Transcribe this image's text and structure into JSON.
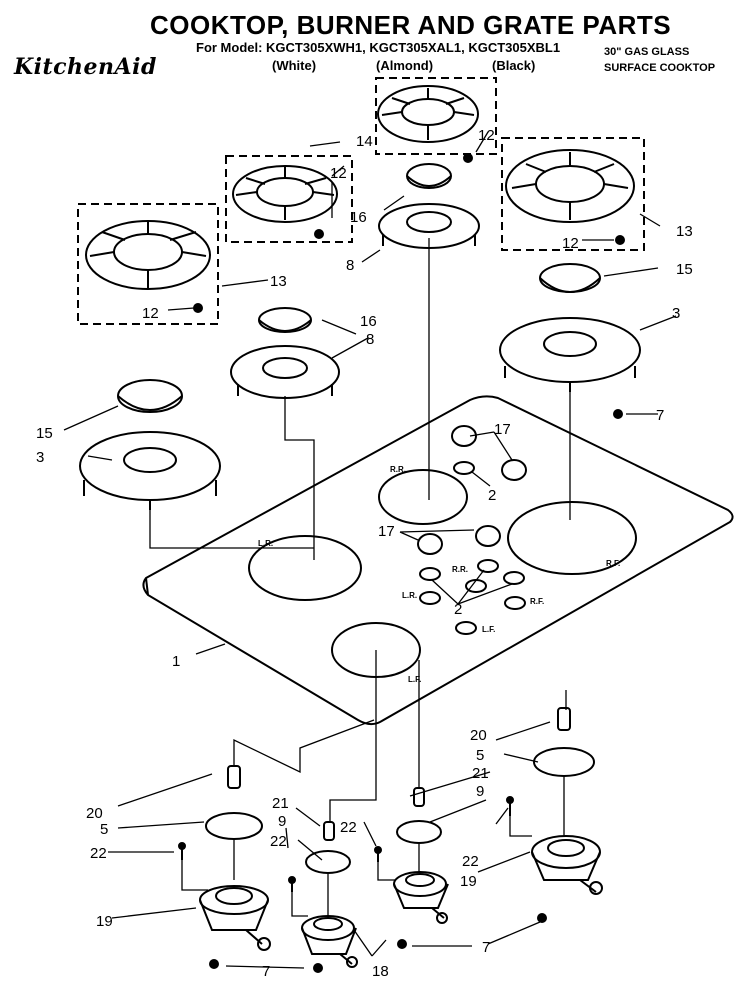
{
  "header": {
    "title": "COOKTOP, BURNER AND GRATE PARTS",
    "model_line": "For Model: KGCT305XWH1, KGCT305XAL1, KGCT305XBL1",
    "variants": [
      "(White)",
      "(Almond)",
      "(Black)"
    ],
    "brand": "KitchenAid",
    "description_line1": "30\" GAS GLASS",
    "description_line2": "SURFACE COOKTOP"
  },
  "cooktop_labels": {
    "lr": "L.R.",
    "rr": "R.R.",
    "lf": "L.F.",
    "rf": "R.F."
  },
  "callouts": {
    "c1": "1",
    "c2": "2",
    "c3": "3",
    "c5": "5",
    "c7": "7",
    "c8": "8",
    "c9": "9",
    "c12": "12",
    "c13": "13",
    "c14": "14",
    "c15": "15",
    "c16": "16",
    "c17": "17",
    "c18": "18",
    "c19": "19",
    "c20": "20",
    "c21": "21",
    "c22": "22"
  }
}
